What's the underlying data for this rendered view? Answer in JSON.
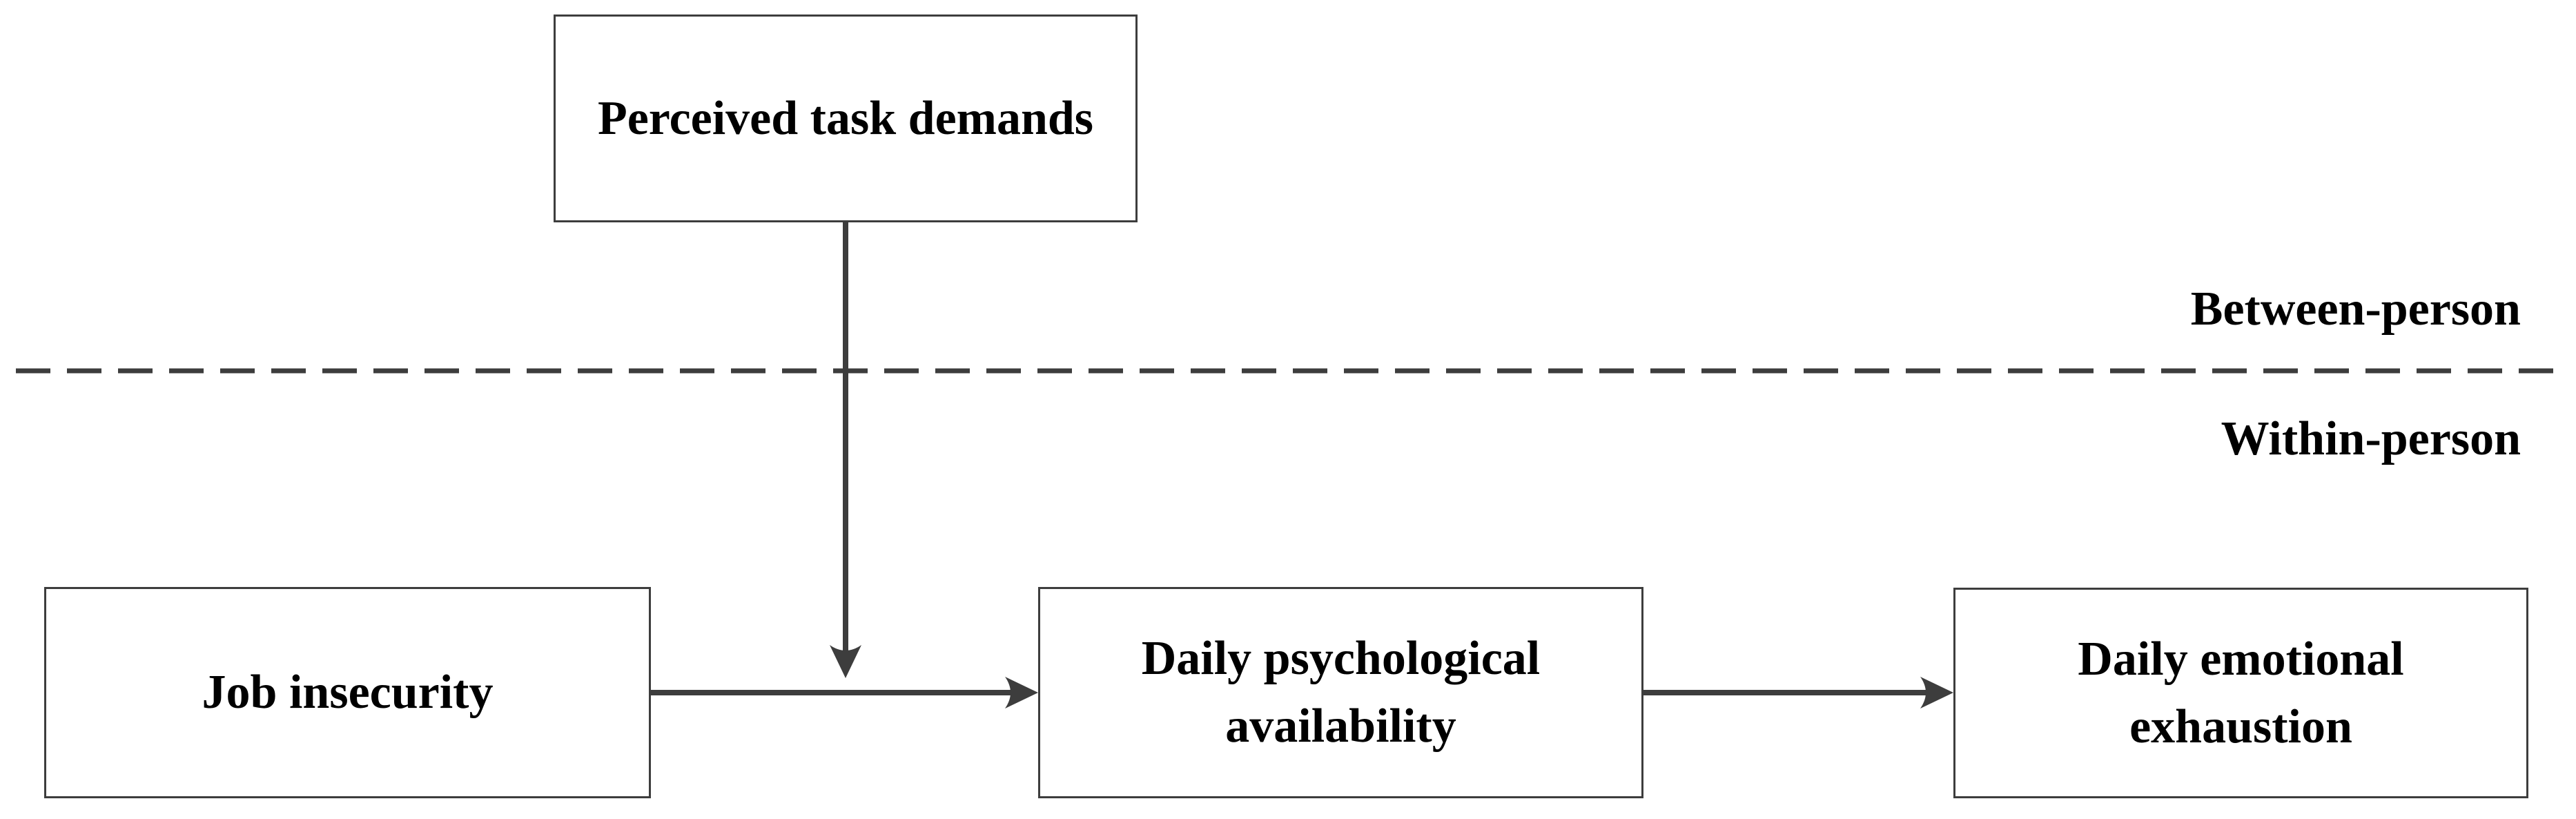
{
  "figure": {
    "section_labels": {
      "between": "Between-person",
      "within": "Within-person"
    },
    "nodes": [
      {
        "id": "perceived_task_demands",
        "label": "Perceived task demands"
      },
      {
        "id": "job_insecurity",
        "label": "Job insecurity"
      },
      {
        "id": "daily_psychological_availability",
        "label": "Daily psychological availability"
      },
      {
        "id": "daily_emotional_exhaustion",
        "label": "Daily emotional exhaustion"
      }
    ],
    "edges": [
      {
        "from": "job_insecurity",
        "to": "daily_psychological_availability",
        "style": "solid-arrow"
      },
      {
        "from": "daily_psychological_availability",
        "to": "daily_emotional_exhaustion",
        "style": "solid-arrow"
      },
      {
        "from": "perceived_task_demands",
        "to": "job_insecurity->daily_psychological_availability",
        "style": "solid-arrow"
      }
    ],
    "divider": {
      "style": "dashed",
      "orientation": "horizontal",
      "separates": [
        "Between-person",
        "Within-person"
      ]
    },
    "colors": {
      "line": "#3d3d3d",
      "text": "#000000",
      "background": "#ffffff"
    }
  }
}
